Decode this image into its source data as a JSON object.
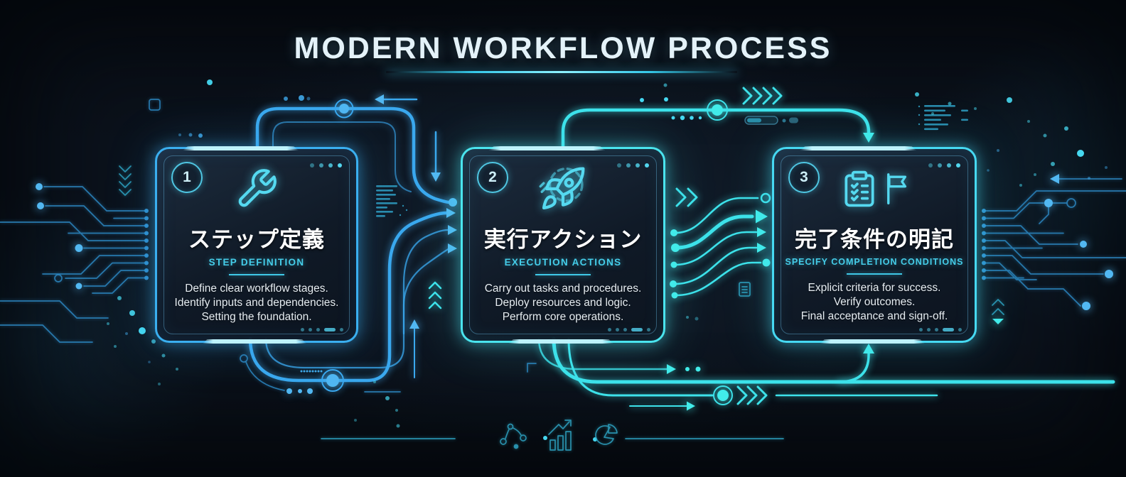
{
  "header": {
    "title": "MODERN WORKFLOW PROCESS"
  },
  "cards": [
    {
      "number": "1",
      "icon": "wrench-icon",
      "title_ja": "ステップ定義",
      "subtitle_en": "STEP DEFINITION",
      "lines": [
        "Define clear workflow stages.",
        "Identify inputs and dependencies.",
        "Setting the foundation."
      ]
    },
    {
      "number": "2",
      "icon": "rocket-icon",
      "title_ja": "実行アクション",
      "subtitle_en": "EXECUTION ACTIONS",
      "lines": [
        "Carry out tasks and procedures.",
        "Deploy resources and logic.",
        "Perform core operations."
      ]
    },
    {
      "number": "3",
      "icon": "clipboard-checklist-flag-icon",
      "title_ja": "完了条件の明記",
      "subtitle_en": "SPECIFY COMPLETION CONDITIONS",
      "lines": [
        "Explicit criteria for success.",
        "Verify outcomes.",
        "Final acceptance and sign-off."
      ]
    }
  ],
  "footer": {
    "icons": [
      "scatter-route-icon",
      "bar-chart-trend-icon",
      "pie-chart-icon"
    ]
  },
  "colors": {
    "background": "#0a0f17",
    "accent_blue": "#3aa8ee",
    "accent_cyan": "#49d8f0",
    "accent_teal": "#3de2ea",
    "card_fill": "#111d2b",
    "title_text": "#e4f2f9",
    "subtitle_text": "#45cde9",
    "body_text": "#e6edf2"
  }
}
